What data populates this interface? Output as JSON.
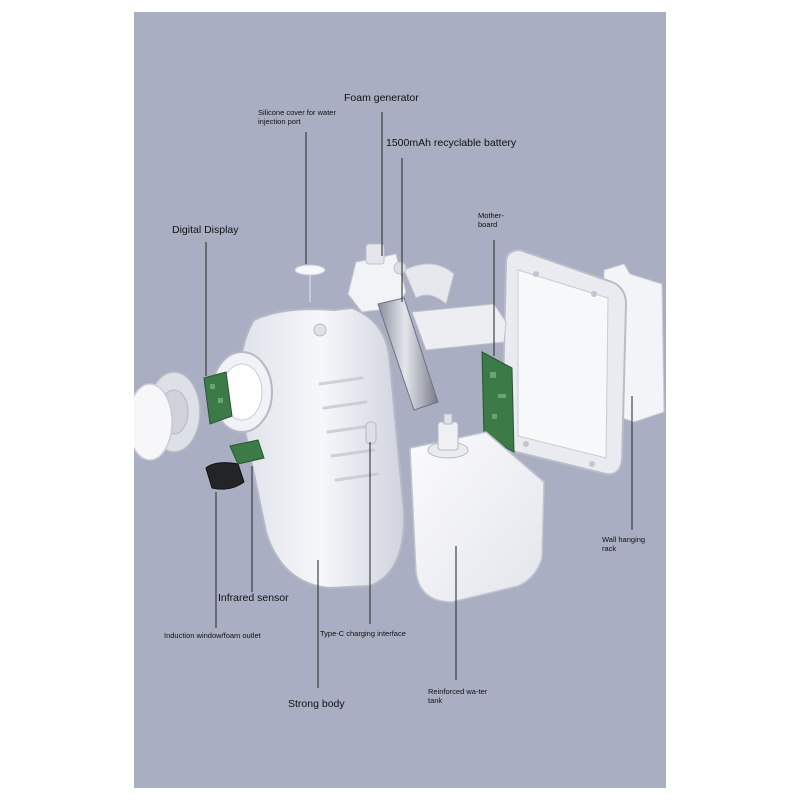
{
  "colors": {
    "background": "#a9aec2",
    "pcb": "#3c7a48",
    "shell": "#eef0f5"
  },
  "labels": {
    "foam_generator": "Foam generator",
    "silicone_cover": "Silicone cover for water injection port",
    "battery": "1500mAh recyclable battery",
    "digital_display": "Digital Display",
    "motherboard": "Mother-board",
    "wall_rack": "Wall hanging rack",
    "infrared_sensor": "Infrared sensor",
    "induction_window": "Induction window/foam outlet",
    "type_c": "Type-C charging interface",
    "strong_body": "Strong body",
    "water_tank": "Reinforced wa-ter tank"
  }
}
